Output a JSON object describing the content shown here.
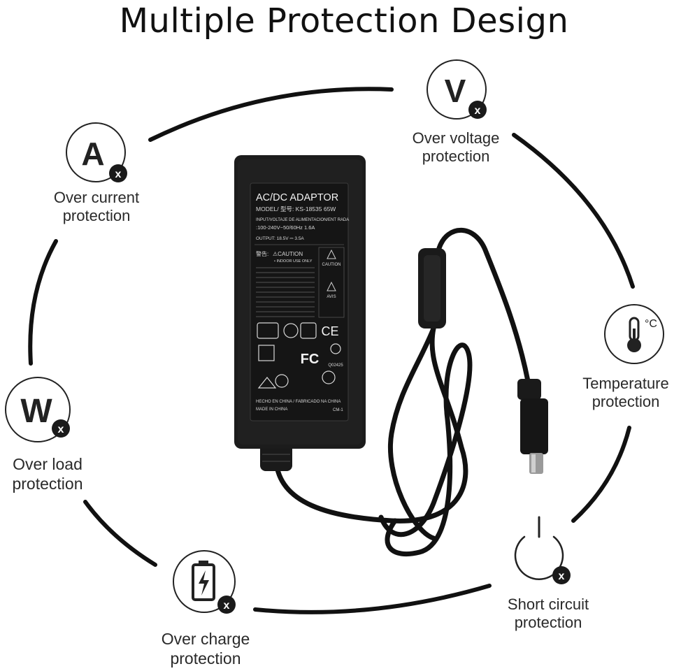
{
  "title": "Multiple Protection Design",
  "features": [
    {
      "id": "over-current",
      "icon_letter": "A",
      "icon_mark": "x",
      "line1": "Over current",
      "line2": "protection"
    },
    {
      "id": "over-voltage",
      "icon_letter": "V",
      "icon_mark": "x",
      "line1": "Over voltage",
      "line2": "protection"
    },
    {
      "id": "temperature",
      "icon_unit": "°C",
      "line1": "Temperature",
      "line2": "protection"
    },
    {
      "id": "short-circuit",
      "icon_mark": "x",
      "line1": "Short circuit",
      "line2": "protection"
    },
    {
      "id": "over-charge",
      "icon_mark": "x",
      "line1": "Over charge",
      "line2": "protection"
    },
    {
      "id": "over-load",
      "icon_letter": "W",
      "icon_mark": "x",
      "line1": "Over load",
      "line2": "protection"
    }
  ],
  "adapter_label": {
    "heading": "AC/DC ADAPTOR",
    "model": "MODEL/ 型号: KS-18535 65W",
    "input_1": "INPUT/VOLTAJE DE ALIMENTACION/ENT RADA",
    "input_2": ":100-240V~50/60Hz 1.6A",
    "output": "OUTPUT: 18.5V ⎓ 3.5A",
    "caution_zh": "警告:",
    "caution": "⚠CAUTION",
    "indoor": "• INDOOR USE ONLY",
    "caution_right": "CAUTION",
    "avis": "AVIS",
    "fc": "FC",
    "ce": "CE",
    "code_1": "Q02425",
    "origin_1": "HECHO EN CHINA / FABRICADO NA CHINA",
    "origin_2": "MADE IN CHINA",
    "cm": "CM-1"
  },
  "colors": {
    "ring": "#111111",
    "icon_circle": "#222222",
    "badge": "#1a1a1a",
    "adapter": "#1c1c1c",
    "sticker": "#151515"
  }
}
